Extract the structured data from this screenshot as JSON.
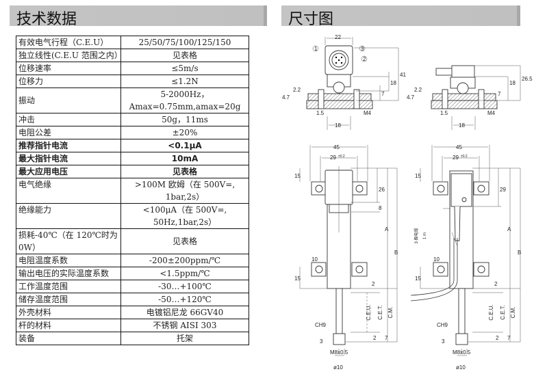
{
  "left_title": "技术数据",
  "right_title": "尺寸图",
  "specs": [
    {
      "k": "有效电气行程（C.E.U）",
      "v": "25/50/75/100/125/150"
    },
    {
      "k": "独立线性(C.E.U 范围之内）",
      "v": "见表格"
    },
    {
      "k": "位移速率",
      "v": "≤5m/s"
    },
    {
      "k": "位移力",
      "v": "≤1.2N"
    },
    {
      "k": "振动",
      "v": "5-2000Hz，",
      "v2": "Amax=0.75mm,amax=20g"
    },
    {
      "k": "冲击",
      "v": "50g，11ms"
    },
    {
      "k": "电阻公差",
      "v": "±20%"
    },
    {
      "k": "推荐指针电流",
      "v": "<0.1μA"
    },
    {
      "k": "最大指针电流",
      "v": "10mA"
    },
    {
      "k": "最大应用电压",
      "v": "见表格"
    },
    {
      "k": "电气绝缘",
      "v": ">100M 欧姆（在 500V=,",
      "v2": "1bar,2s）"
    },
    {
      "k": "绝缘能力",
      "v": "<100μA（在 500V=,",
      "v2": "50Hz,1bar,2s）"
    },
    {
      "k": "损耗-40℃（在 120℃时为 0W）",
      "v": "见表格"
    },
    {
      "k": "电阻温度系数",
      "v": "-200±200ppm/℃"
    },
    {
      "k": "输出电压的实际温度系数",
      "v": "<1.5ppm/℃"
    },
    {
      "k": "工作温度范围",
      "v": "-30…+100℃"
    },
    {
      "k": "储存温度范围",
      "v": "-50…+120℃"
    },
    {
      "k": "外壳材料",
      "v": "电镀铝尼龙 66GV40"
    },
    {
      "k": "杆的材料",
      "v": "不锈钢 AISI 303"
    },
    {
      "k": "装备",
      "v": "托架"
    }
  ],
  "drawing": {
    "d22": "22",
    "d41": "41",
    "d18": "18",
    "d7": "7",
    "d2_2": "2.2",
    "d4_7": "4.7",
    "d1_5": "1.5",
    "m4": "M4",
    "d26_5": "26.5",
    "p1": "1",
    "p2": "2",
    "p3": "3",
    "d45": "45",
    "d29": "29",
    "tol": "±0.2",
    "d15": "15",
    "d26": "26",
    "d8": "8",
    "dA": "A",
    "dB": "B",
    "d10": "10",
    "d2": "2",
    "d7b": "7",
    "d3": "3",
    "d29b": "29",
    "ceu": "C.E.U.",
    "cet": "C.E.T.",
    "cm": "C.M.",
    "ch9": "CH9",
    "m8": "M8x0.5",
    "dia10": "ø10",
    "cable": "3 极电缆",
    "cable_len": "1 m"
  }
}
